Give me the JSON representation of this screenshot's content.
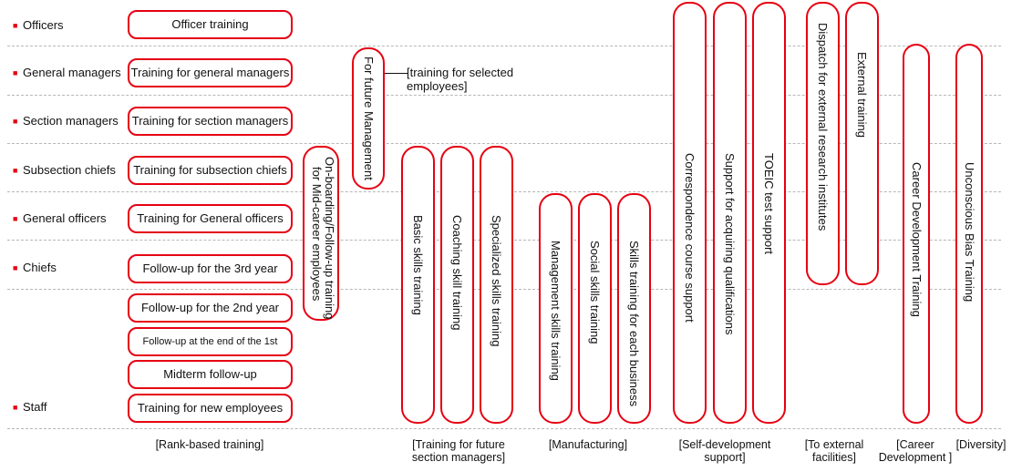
{
  "ranks": [
    "Officers",
    "General managers",
    "Section managers",
    "Subsection chiefs",
    "General officers",
    "Chiefs",
    "Staff"
  ],
  "rank_trainings": [
    "Officer training",
    "Training for general managers",
    "Training for section managers",
    "Training for subsection chiefs",
    "Training for General officers",
    "Follow-up for the 3rd year",
    "Follow-up for the 2nd year",
    "Follow-up at the end of the 1st",
    "Midterm follow-up",
    "Training for new employees"
  ],
  "mid_career": {
    "line1": "On-boarding/Follow-up training",
    "line2": "for Mid-career employees"
  },
  "future_management": "For future Management",
  "selected_note": {
    "line1": "[training for selected",
    "line2": "employees]"
  },
  "section_training": [
    "Basic skills training",
    "Coaching skill training",
    "Specialized skills training"
  ],
  "manufacturing": [
    "Management skills training",
    "Social skills training",
    "Skills training for each business"
  ],
  "self_development": [
    "Correspondence course support",
    "Support for acquiring  qualifications",
    "TOEIC test support"
  ],
  "external": [
    "Dispatch for external research institutes",
    "External training"
  ],
  "career": "Career Development Training",
  "diversity": "Unconscious Bias Training",
  "categories": {
    "rank_based": "[Rank-based training]",
    "future_section": {
      "line1": "[Training for future",
      "line2": "section managers]"
    },
    "manufacturing": "[Manufacturing]",
    "self_dev": {
      "line1": "[Self-development",
      "line2": "support]"
    },
    "external": {
      "line1": "[To external",
      "line2": "facilities]"
    },
    "career": {
      "line1": "[Career",
      "line2": "Development ]"
    },
    "diversity": "[Diversity]"
  },
  "colors": {
    "accent": "#e60012",
    "divider": "#b7b7b7"
  }
}
